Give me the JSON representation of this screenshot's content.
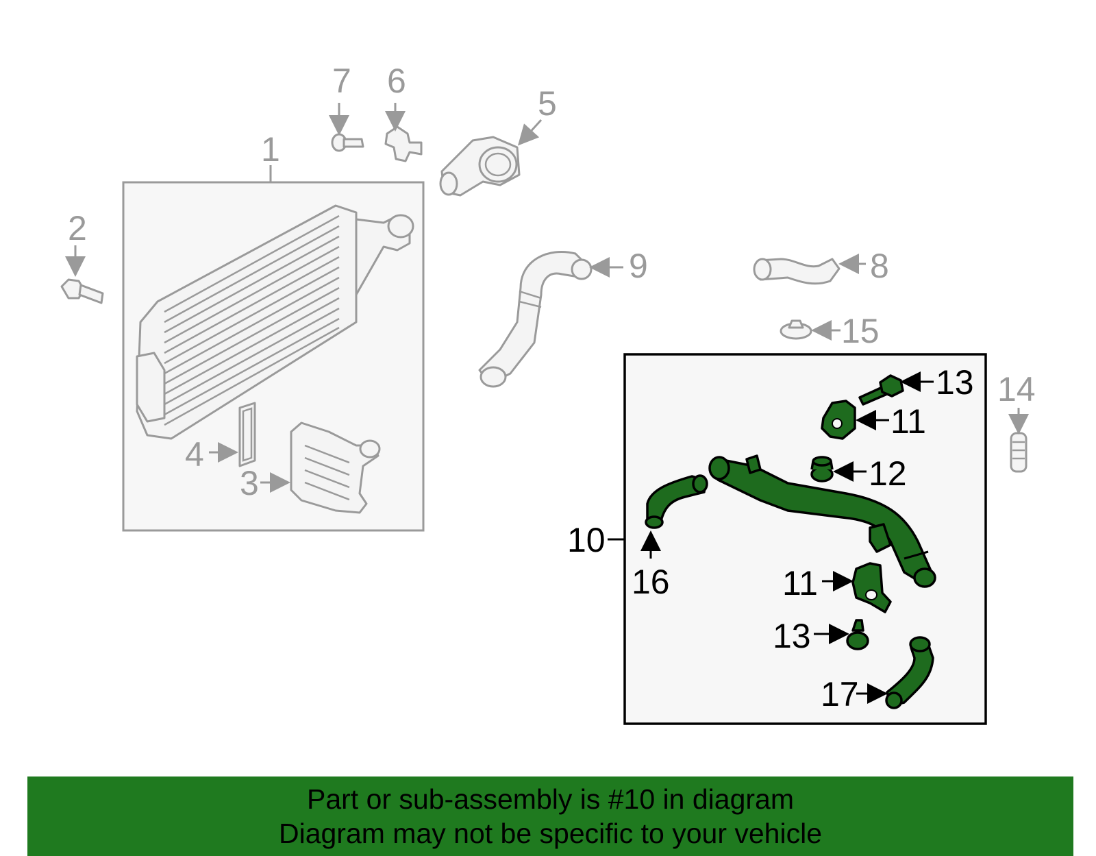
{
  "callouts": {
    "c1": "1",
    "c2": "2",
    "c3": "3",
    "c4": "4",
    "c5": "5",
    "c6": "6",
    "c7": "7",
    "c8": "8",
    "c9": "9",
    "c10": "10",
    "c11a": "11",
    "c11b": "11",
    "c12": "12",
    "c13a": "13",
    "c13b": "13",
    "c14": "14",
    "c15": "15",
    "c16": "16",
    "c17": "17"
  },
  "colors": {
    "highlight": "#1e6b1e",
    "footer_bg": "#1f7a1f",
    "dim_line": "#9a9a9a"
  },
  "footer": {
    "line1": "Part or sub-assembly is #10 in diagram",
    "line2": "Diagram may not be specific to your vehicle"
  }
}
